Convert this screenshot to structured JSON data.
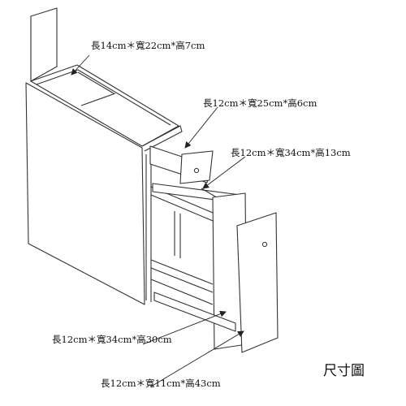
{
  "caption": "尺寸圖",
  "dimensions": {
    "top_compartment": "長14cm＊寬22cm*高7cm",
    "drawer": "長12cm＊寬25cm*高6cm",
    "upper_shelf": "長12cm＊寬34cm*高13cm",
    "lower_shelf": "長12cm＊寬34cm*高30cm",
    "side_door": "長12cm＊寬11cm*高43cm"
  },
  "colors": {
    "line": "#333333",
    "background": "#ffffff"
  }
}
